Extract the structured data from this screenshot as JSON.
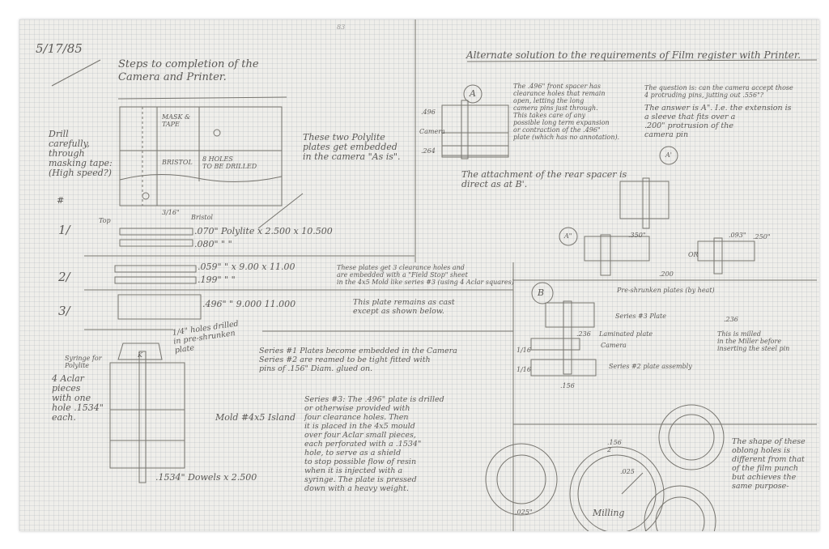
{
  "page": {
    "date": "5/17/85",
    "page_number": "83",
    "left": {
      "title": "Steps to completion of the\nCamera and Printer.",
      "drill_note": "Drill\ncarefully,\nthrough\nmasking tape:\n(High speed?)",
      "hash": "#",
      "diagram_labels": {
        "mask_tape": "MASK &\nTAPE",
        "bristol": "BRISTOL",
        "holes_drilled": "8 HOLES\nTO BE DRILLED",
        "top": "Top",
        "bristol_small": "Bristol",
        "dim_3_16": "3/16\""
      },
      "embed_note": "These two Polylite\nplates get embedded\nin the camera \"As is\".",
      "rows": [
        {
          "series": "1/",
          "t1": ".070\" Polylite x 2.500 x 10.500",
          "t2": ".080\"  \"   \""
        },
        {
          "series": "2/",
          "t1": ".059\"   \"     x 9.00 x 11.00",
          "t2": ".199\"   \"     \""
        },
        {
          "series": "3/",
          "t1": ".496\"   \"     9.000   11.000",
          "t2": ""
        }
      ],
      "row2_note": "These plates get 3 clearance holes and\nare embedded with a \"Field Stop\" sheet\nin the 4x5 Mold like series #3 (using 4 Aclar squares)",
      "row3_note": "This plate remains as cast\nexcept as shown below.",
      "holes_note": "1/4\" holes drilled\nin pre-shrunken\nplate",
      "syringe_note": "Syringe for\nPolylite",
      "aclar_note": "4 Aclar\npieces\nwith one\nhole .1534\"\neach.",
      "k_label": "K",
      "mold_note": "Mold #4x5 Island",
      "dowels_note": ".1534\" Dowels x 2.500",
      "series_notes": "Series #1 Plates become embedded in the Camera\nSeries #2 are reamed to be tight fitted with\n              pins of .156\" Diam. glued on.",
      "series3_note": "Series #3: The .496\" plate is drilled\n     or otherwise provided with\n     four clearance holes. Then\n     it is placed in the 4x5 mould\n     over four Aclar small pieces,\n     each perforated with a .1534\"\n     hole, to serve as a shield\n     to stop possible flow of resin\n     when it is injected with a\n     syringe. The plate is pressed\n     down with a heavy weight."
    },
    "right": {
      "title": "Alternate solution to the requirements of Film register with Printer.",
      "label_a": "A",
      "note_a": "The .496\" front spacer has\nclearance holes that remain\n        open, letting the long\n        camera pins just through.\n        This takes care of any\n        possible long term expansion\n        or contraction of the .496\"\n        plate (which has no annotation).",
      "dims_a": [
        ".496",
        "Camera",
        ".264"
      ],
      "attachment_note": "The attachment of the rear spacer is\ndirect as at B'.",
      "question": "The question is: can the camera accept those\n4 protruding pins, jutting out .556\"?",
      "answer": "The answer is A\". I.e. the extension is\n          a sleeve that fits over a\n          .200\" protrusion of the\n          camera pin",
      "label_a1": "A'",
      "label_a2": "A\"",
      "dim_350": ".350\"",
      "dim_093": ".093\"",
      "dim_250": ".250\"",
      "dim_200": ".200",
      "or": "OR",
      "label_b": "B",
      "b_notes": {
        "preshrunken": "Pre-shrunken plates (by heat)",
        "series3": "Series #3 Plate",
        "laminated": "Laminated plate",
        "camera": "Camera",
        "series2": "Series #2 plate assembly",
        "dim_236a": ".236",
        "dim_236b": ".236",
        "dim_156": ".156",
        "dim_16a": "1/16",
        "dim_16b": "1/16",
        "milled": "This is milled\nin the Miller before\ninserting the steel pin"
      },
      "circle_labels": {
        "radius": ".156\n  2",
        "dim_025a": ".025",
        "dim_025b": ".025\"",
        "milling": "Milling"
      },
      "shape_note": "The shape of these\noblong holes is\ndifferent from that\nof the film punch\nbut achieves the\nsame purpose-"
    }
  }
}
